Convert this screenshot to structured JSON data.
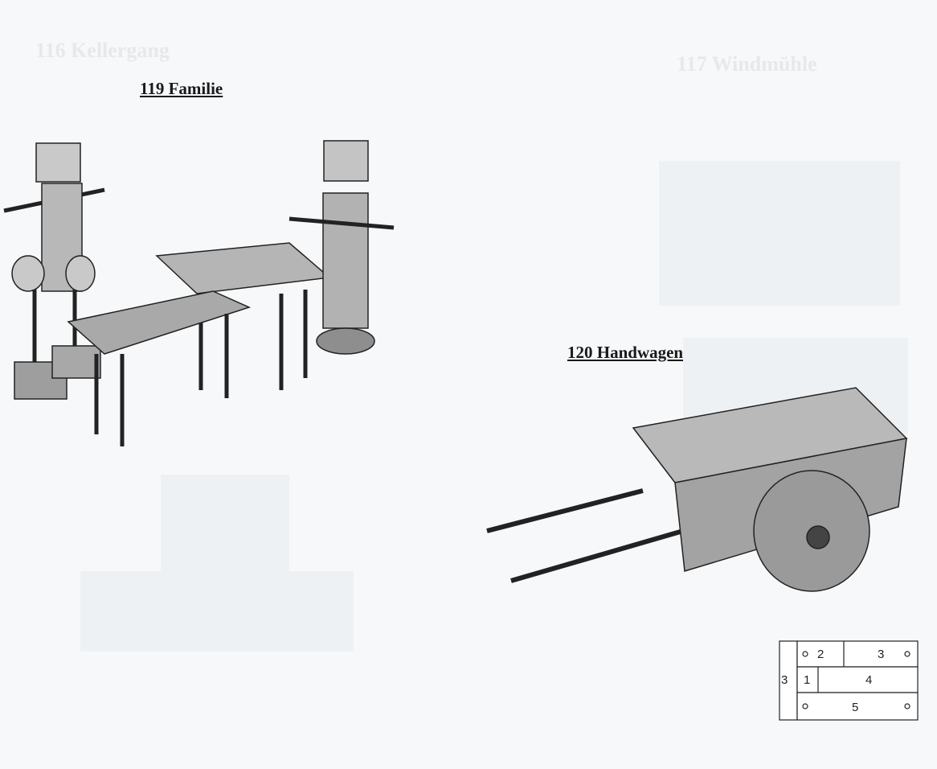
{
  "ghost_headings": [
    "116 Kellergang",
    "117 Windmühle"
  ],
  "titles": {
    "familie": "119 Familie",
    "handwagen": "120 Handwagen"
  },
  "plan_labels": [
    "3",
    "2",
    "3",
    "1",
    "4",
    "5"
  ]
}
